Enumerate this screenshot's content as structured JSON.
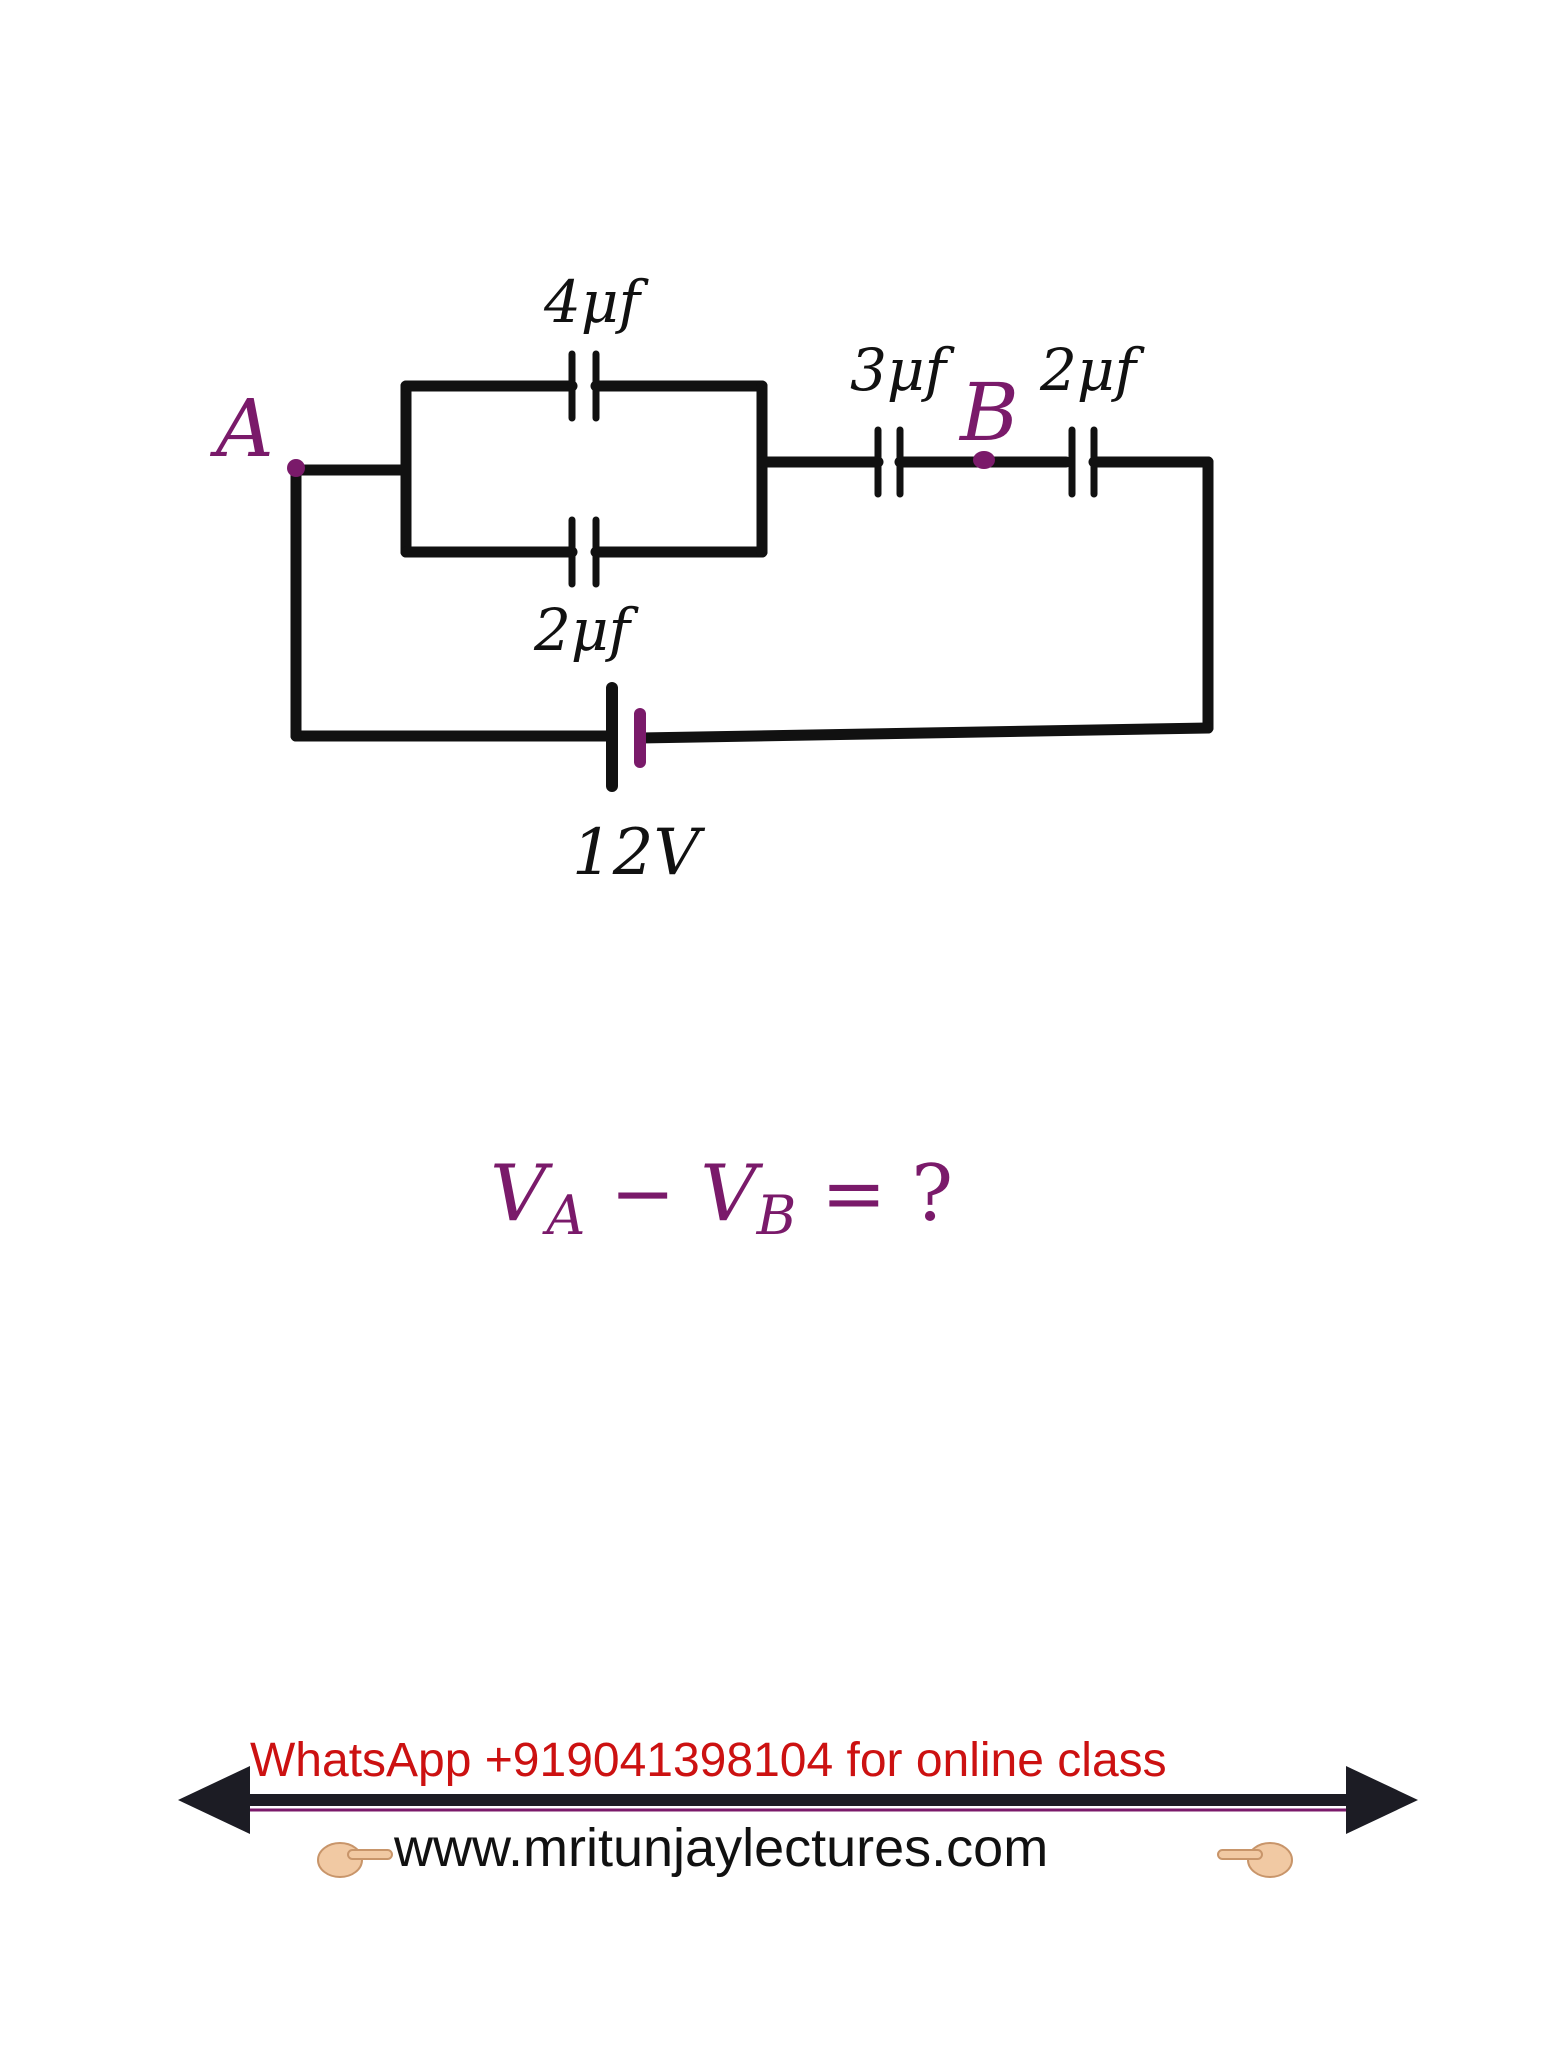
{
  "diagram": {
    "node_a_label": "A",
    "node_b_label": "B",
    "cap_top_label": "4μf",
    "cap_bottom_label": "2μf",
    "cap_series1_label": "3μf",
    "cap_series2_label": "2μf",
    "battery_label": "12V"
  },
  "question": {
    "va": "V",
    "va_sub": "A",
    "minus": " − ",
    "vb": "V",
    "vb_sub": "B",
    "rest": " = ?"
  },
  "footer": {
    "whatsapp_text": "WhatsApp +919041398104 for online class",
    "website_text": "www.mritunjaylectures.com"
  },
  "colors": {
    "wire": "#111111",
    "accent_purple": "#7a1a6a",
    "whatsapp_red": "#cc1111",
    "arrow_dark": "#1c1c24"
  },
  "icons": {
    "left_hand": "pointing-hand-icon",
    "right_hand": "pointing-hand-icon"
  }
}
